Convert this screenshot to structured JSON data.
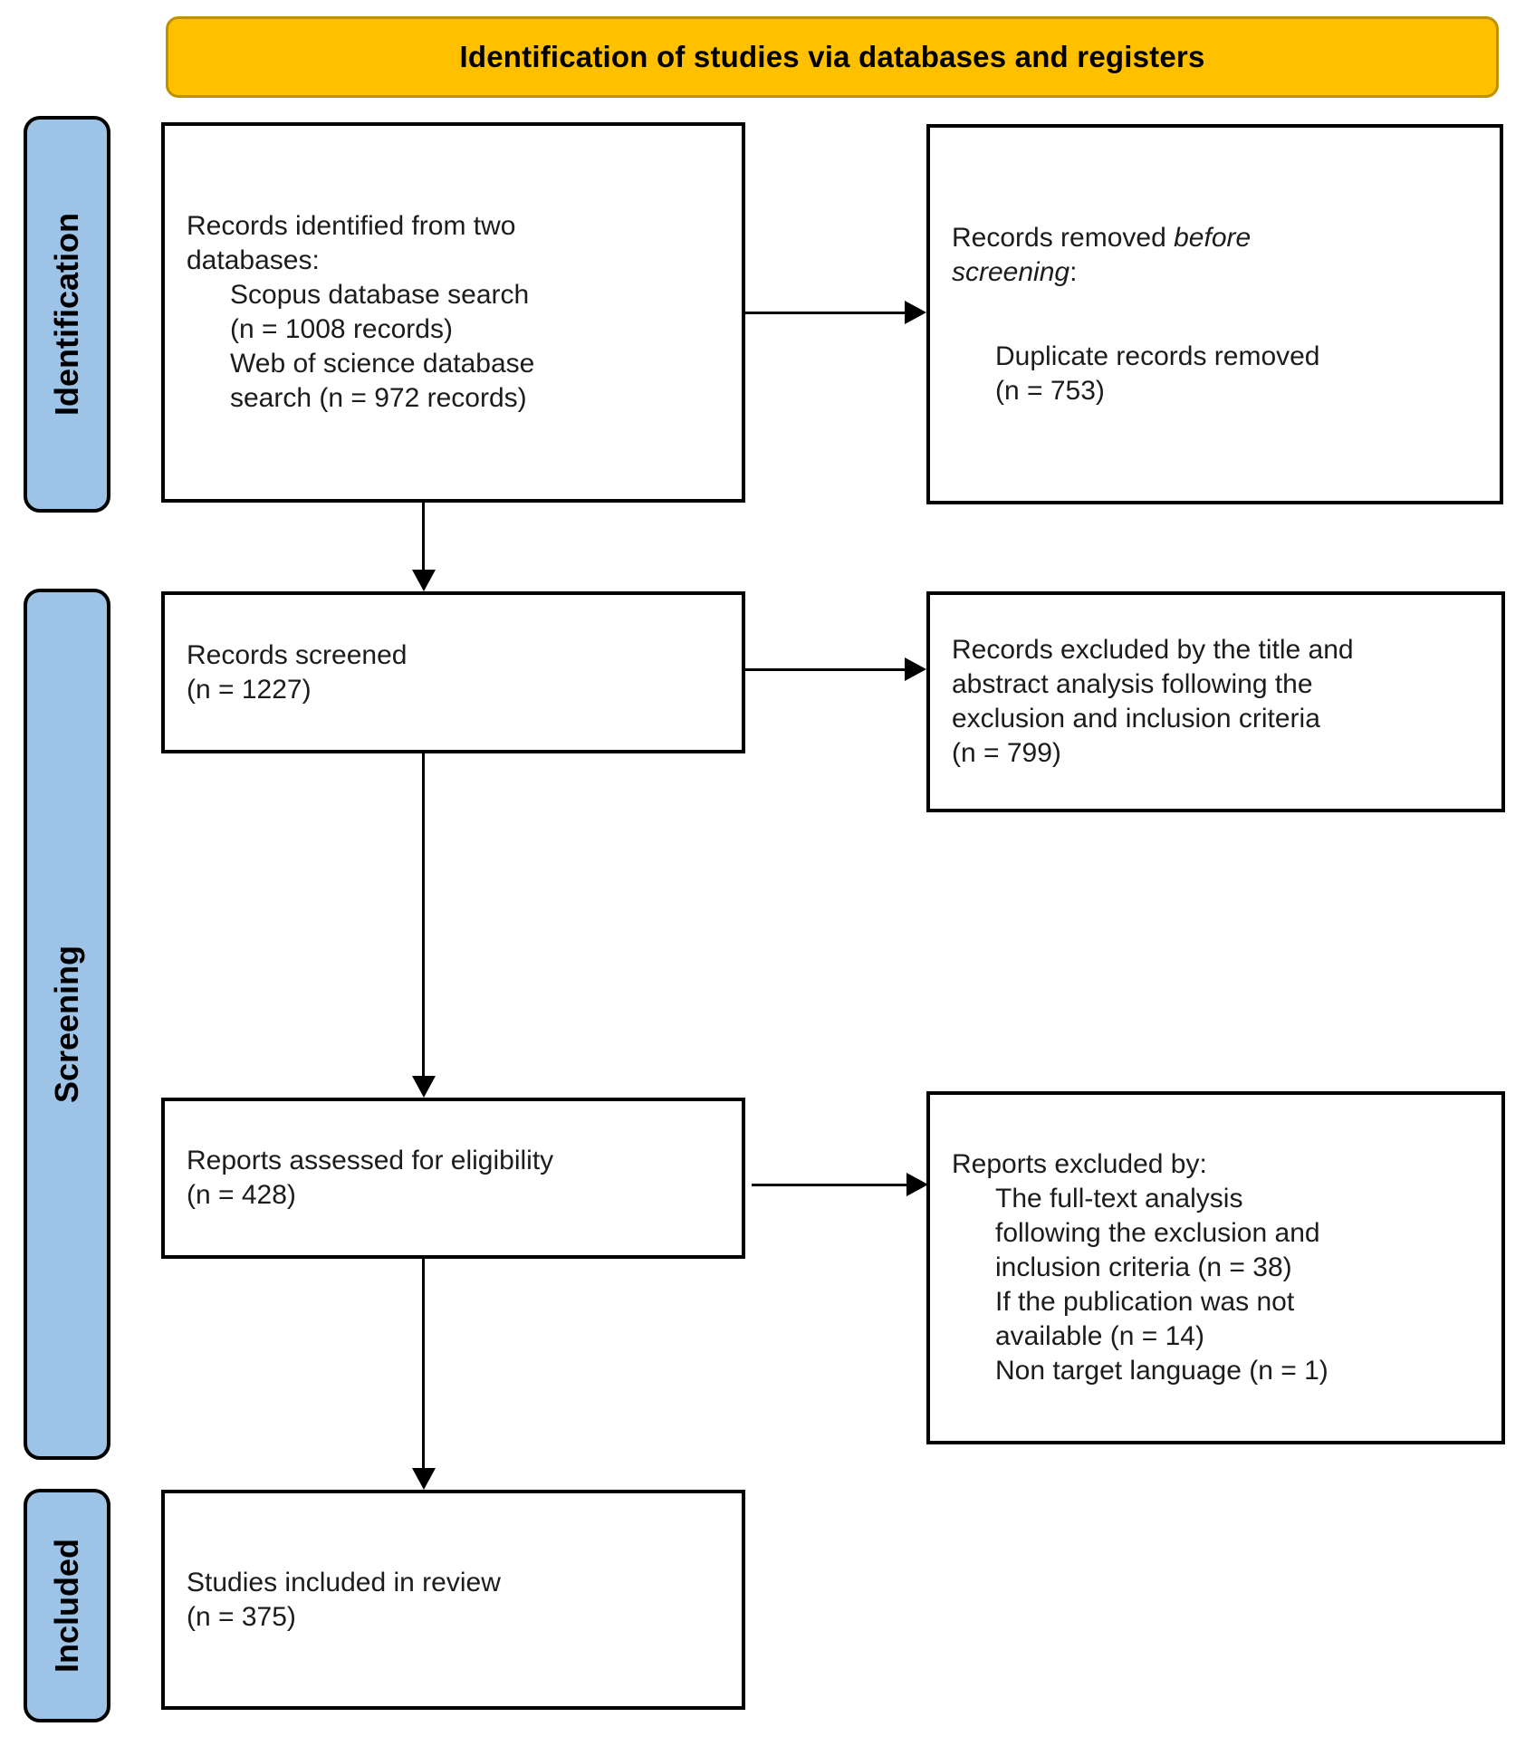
{
  "header": {
    "title": "Identification of studies via databases and registers"
  },
  "sidebar": {
    "identification_label": "Identification",
    "screening_label": "Screening",
    "included_label": "Included"
  },
  "boxes": {
    "records_identified": {
      "intro": "Records identified from two\ndatabases:",
      "items": [
        "Scopus database search\n(n = 1008 records)",
        "Web of science database\nsearch (n = 972 records)"
      ]
    },
    "records_removed": {
      "intro_prefix": "Records removed ",
      "intro_italic": "before\nscreening",
      "intro_suffix": ":",
      "items": [
        "Duplicate records removed\n(n = 753)"
      ]
    },
    "records_screened": {
      "text": "Records screened\n(n = 1227)"
    },
    "records_excluded": {
      "text": "Records excluded by the title and\nabstract analysis following the\nexclusion and inclusion criteria\n(n = 799)"
    },
    "reports_assessed": {
      "text": "Reports assessed for eligibility\n(n = 428)"
    },
    "reports_excluded": {
      "intro": "Reports excluded by:",
      "items": [
        "The full-text analysis\nfollowing the exclusion and\ninclusion criteria (n = 38)",
        "If the publication was not\navailable (n = 14)",
        "Non target language (n = 1)"
      ]
    },
    "studies_included": {
      "text": "Studies included in review\n(n = 375)"
    }
  },
  "colors": {
    "header_fill": "#FFC000",
    "header_border": "#BF9000",
    "stage_fill": "#9DC3E6",
    "box_border": "#000000",
    "arrow": "#000000"
  }
}
